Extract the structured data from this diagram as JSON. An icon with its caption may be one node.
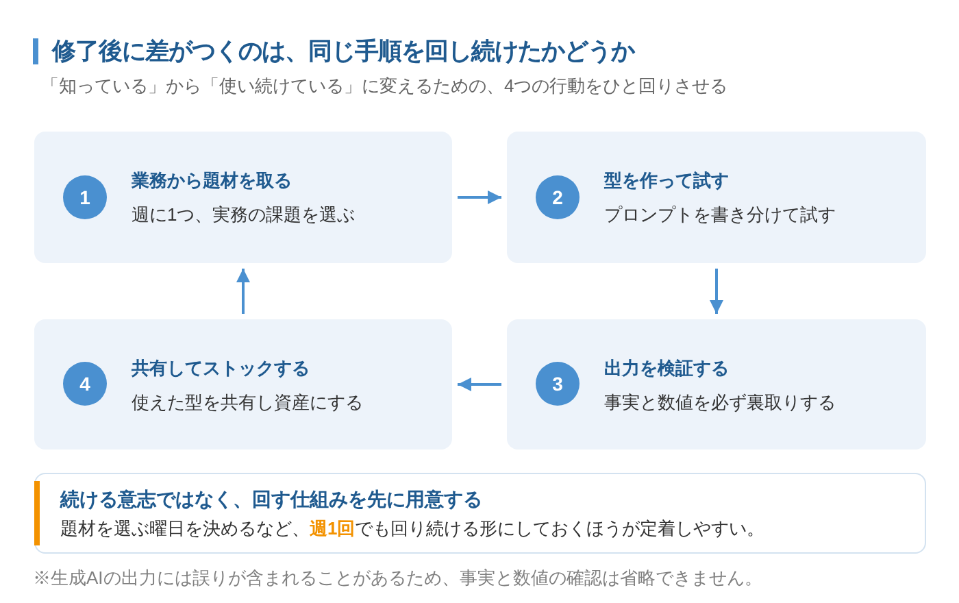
{
  "diagram": {
    "title": "修了後に差がつくのは、同じ手順を回し続けたかどうか",
    "nodes": [
      {
        "text": [
          "業務から題材を取る",
          "週に1つ、実務の課題を選ぶ"
        ]
      },
      {
        "text": [
          "1"
        ],
        "in": 0
      },
      {
        "text": [
          "型を作って試す",
          "プロンプトを書き分けて試す"
        ]
      },
      {
        "text": [
          "2"
        ],
        "in": 2
      },
      {
        "text": [
          "出力を検証する",
          "事実と数値を必ず裏取りする"
        ]
      },
      {
        "text": [
          "3"
        ],
        "in": 4
      },
      {
        "text": [
          "共有してストックする",
          "使えた型を共有し資産にする"
        ]
      },
      {
        "text": [
          "4"
        ],
        "in": 6
      },
      {
        "text": [
          "続ける意志ではなく、回す仕組みを先に用意する",
          "題材を選ぶ曜日を決めるなど、**週1回**でも回り続ける形にしておくほうが定着しやすい。"
        ]
      }
    ],
    "edges": [
      {
        "from": 0,
        "to": 2,
        "arrow": "to"
      },
      {
        "from": 2,
        "to": 4,
        "arrow": "to"
      },
      {
        "from": 4,
        "to": 6,
        "arrow": "to"
      },
      {
        "from": 6,
        "to": 0,
        "arrow": "to"
      }
    ],
    "labels": [
      "「知っている」から「使い続けている」に変えるための、4つの行動をひと回りさせる",
      "※生成AIの出力には誤りが含まれることがあるため、事実と数値の確認は省略できません。"
    ]
  }
}
